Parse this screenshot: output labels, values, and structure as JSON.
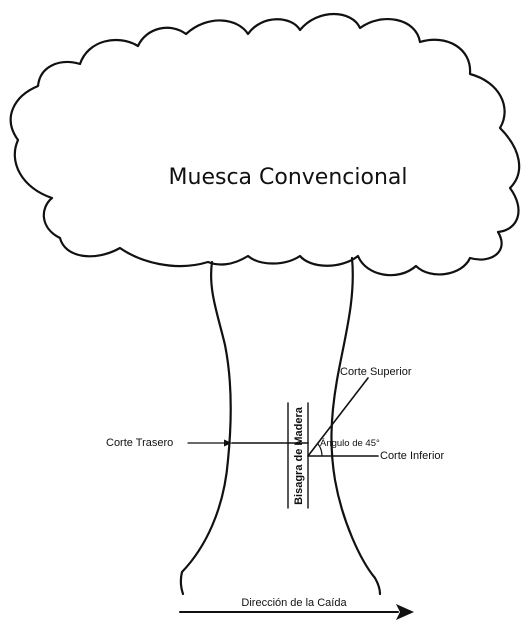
{
  "diagram": {
    "title": "Muesca Convencional",
    "labels": {
      "top_cut": "Corte Superior",
      "back_cut": "Corte Trasero",
      "angle": "Ángulo de 45°",
      "bottom_cut": "Corte Inferior",
      "hinge": "Bisagra de Madera",
      "fall_direction": "Dirección de la Caída"
    },
    "colors": {
      "ink": "#111111",
      "background": "#ffffff"
    }
  }
}
